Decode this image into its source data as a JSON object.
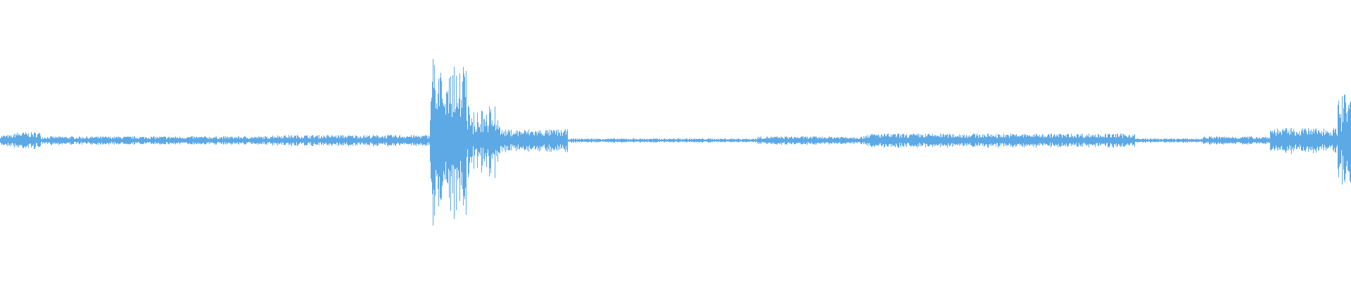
{
  "waveform": {
    "color": "#5DA9E6",
    "background": "#FFFFFF",
    "samples_per_column": 1,
    "segments": [
      {
        "from": 0.0,
        "to": 0.01,
        "amp": 0.04
      },
      {
        "from": 0.01,
        "to": 0.03,
        "amp": 0.06
      },
      {
        "from": 0.03,
        "to": 0.2,
        "amp": 0.03
      },
      {
        "from": 0.2,
        "to": 0.318,
        "amp": 0.04
      },
      {
        "from": 0.318,
        "to": 0.322,
        "amp": 0.8
      },
      {
        "from": 0.322,
        "to": 0.345,
        "amp": 0.55
      },
      {
        "from": 0.345,
        "to": 0.37,
        "amp": 0.25
      },
      {
        "from": 0.37,
        "to": 0.42,
        "amp": 0.08
      },
      {
        "from": 0.42,
        "to": 0.56,
        "amp": 0.015
      },
      {
        "from": 0.56,
        "to": 0.64,
        "amp": 0.03
      },
      {
        "from": 0.64,
        "to": 0.84,
        "amp": 0.05
      },
      {
        "from": 0.84,
        "to": 0.89,
        "amp": 0.015
      },
      {
        "from": 0.89,
        "to": 0.94,
        "amp": 0.03
      },
      {
        "from": 0.94,
        "to": 0.99,
        "amp": 0.09
      },
      {
        "from": 0.99,
        "to": 1.0,
        "amp": 0.33
      }
    ]
  }
}
